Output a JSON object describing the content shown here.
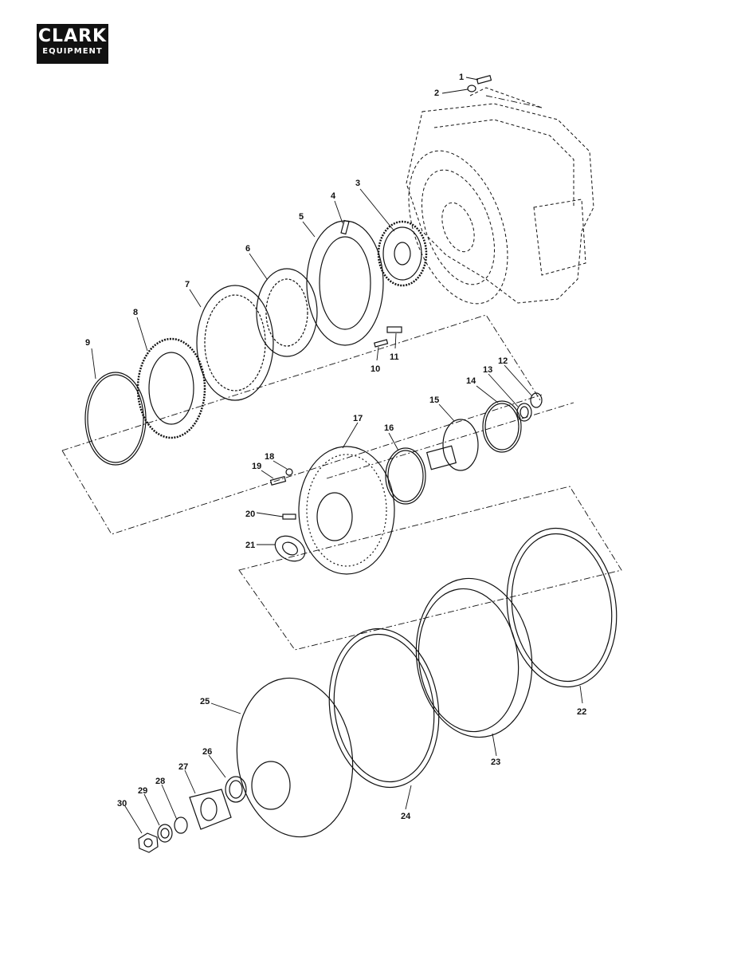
{
  "logo": {
    "line1": "CLARK",
    "line2": "EQUIPMENT"
  },
  "callouts": [
    "1",
    "2",
    "3",
    "4",
    "5",
    "6",
    "7",
    "8",
    "9",
    "10",
    "11",
    "12",
    "13",
    "14",
    "15",
    "16",
    "17",
    "18",
    "19",
    "20",
    "21",
    "22",
    "23",
    "24",
    "25",
    "26",
    "27",
    "28",
    "29",
    "30"
  ],
  "colors": {
    "ink": "#111111",
    "paper": "#ffffff"
  }
}
